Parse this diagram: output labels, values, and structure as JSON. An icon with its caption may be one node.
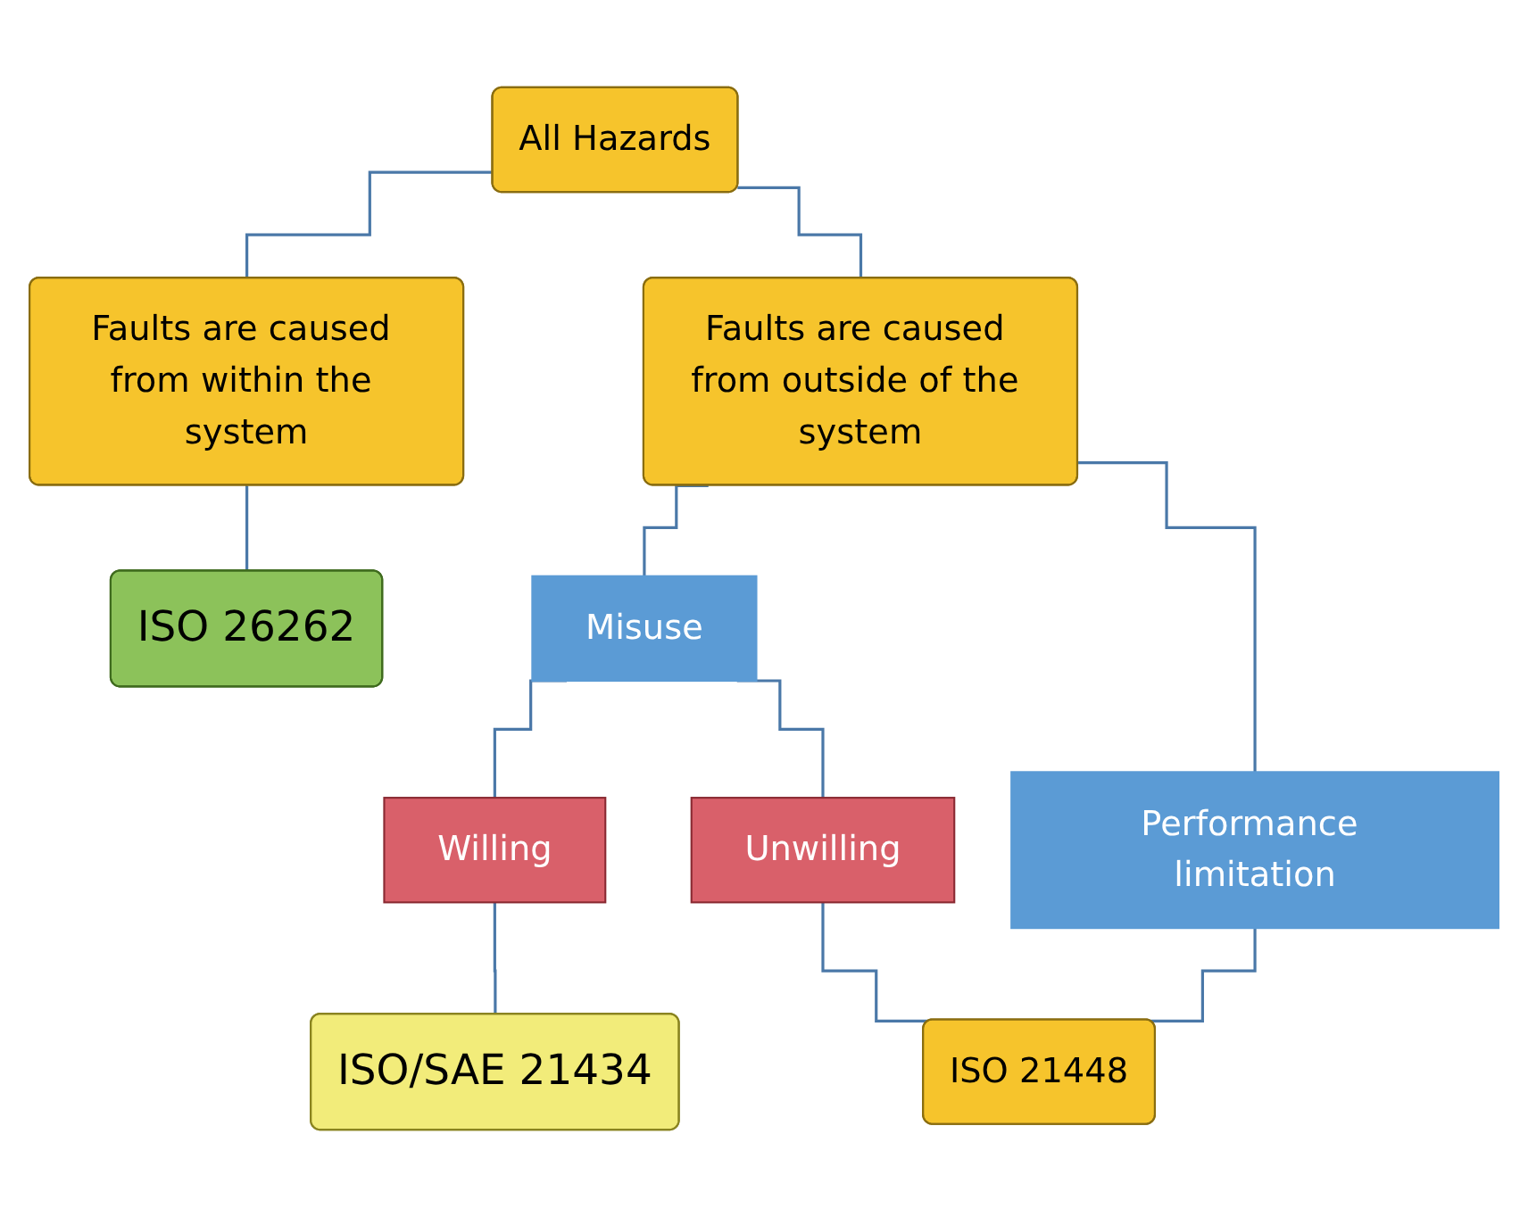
{
  "diagram": {
    "nodes": [
      {
        "text": [
          "All Hazards"
        ]
      },
      {
        "text": [
          "Faults are caused from within the system"
        ]
      },
      {
        "text": [
          "Faults are caused from outside of the system"
        ]
      },
      {
        "text": [
          "ISO 26262"
        ]
      },
      {
        "text": [
          "Misuse"
        ]
      },
      {
        "text": [
          "Performance limitation"
        ]
      },
      {
        "text": [
          "Willing"
        ]
      },
      {
        "text": [
          "Unwilling"
        ]
      },
      {
        "text": [
          "ISO/SAE 21434"
        ]
      },
      {
        "text": [
          "ISO 21448"
        ]
      }
    ],
    "edges": [
      {
        "from": 0,
        "to": 1,
        "arrow": "none"
      },
      {
        "from": 0,
        "to": 2,
        "arrow": "none"
      },
      {
        "from": 1,
        "to": 3,
        "arrow": "none"
      },
      {
        "from": 2,
        "to": 4,
        "arrow": "none"
      },
      {
        "from": 2,
        "to": 5,
        "arrow": "none"
      },
      {
        "from": 4,
        "to": 6,
        "arrow": "none"
      },
      {
        "from": 4,
        "to": 7,
        "arrow": "none"
      },
      {
        "from": 6,
        "to": 8,
        "arrow": "none"
      },
      {
        "from": 7,
        "to": 9,
        "arrow": "none"
      },
      {
        "from": 5,
        "to": 9,
        "arrow": "none"
      }
    ]
  }
}
